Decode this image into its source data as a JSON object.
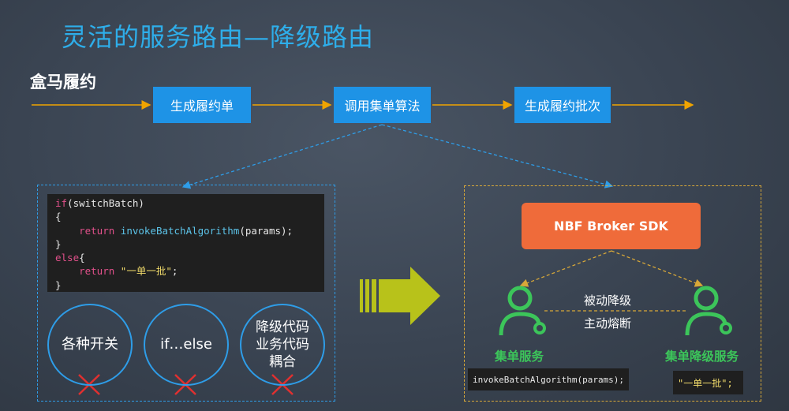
{
  "title": "灵活的服务路由—降级路由",
  "subtitle": "盒马履约",
  "flow": {
    "steps": [
      "生成履约单",
      "调用集单算法",
      "生成履约批次"
    ]
  },
  "left_panel": {
    "code": {
      "line1_kw": "if",
      "line1_rest": "(switchBatch)",
      "line2": "{",
      "line3_kw": "return",
      "line3_fn": "invokeBatchAlgorithm",
      "line3_rest": "(params);",
      "line4": "}",
      "line5_kw": "else",
      "line5_rest": "{",
      "line6_kw": "return",
      "line6_str": "\"一单一批\"",
      "line6_rest": ";",
      "line7": "}"
    },
    "problems": [
      "各种开关",
      "if…else",
      "降级代码\n业务代码\n耦合"
    ]
  },
  "right_panel": {
    "sdk_label": "NBF Broker SDK",
    "service_primary": "集单服务",
    "service_fallback": "集单降级服务",
    "passive_label": "被动降级",
    "active_label": "主动熔断",
    "primary_code": "invokeBatchAlgorithm(params);",
    "fallback_code": "\"一单一批\";"
  },
  "colors": {
    "title": "#2eaeea",
    "step_box": "#1e93e6",
    "flow_arrow": "#f0a400",
    "left_border": "#2e9de8",
    "right_border": "#d8a838",
    "sdk": "#ef6b3a",
    "service_icon": "#3cc55a",
    "cross": "#e03030",
    "big_arrow": "#b8c21a"
  }
}
